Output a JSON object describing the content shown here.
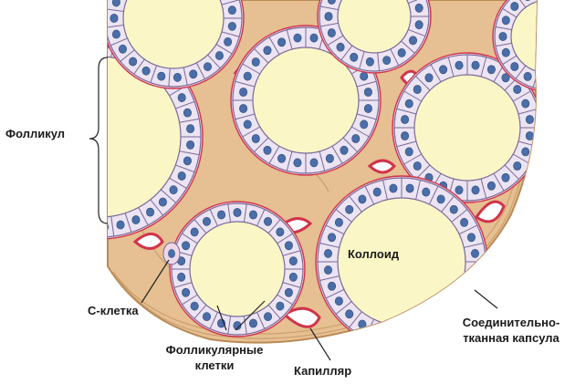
{
  "labels": {
    "follicle": "Фолликул",
    "colloid": "Коллоид",
    "c_cell": "С-клетка",
    "follicular_cells_line1": "Фолликулярные",
    "follicular_cells_line2": "клетки",
    "capillary": "Капилляр",
    "capsule_line1": "Соединительно-",
    "capsule_line2": "тканная капсула"
  },
  "colors": {
    "colloid": "#fbf6c6",
    "cell_fill": "#ece4f2",
    "cell_outline": "#7a6a9a",
    "nucleus": "#4a6ea8",
    "connective_tissue": "#e6bf92",
    "capillary_wall": "#d0344a",
    "capsule_edge": "#b98a55"
  }
}
